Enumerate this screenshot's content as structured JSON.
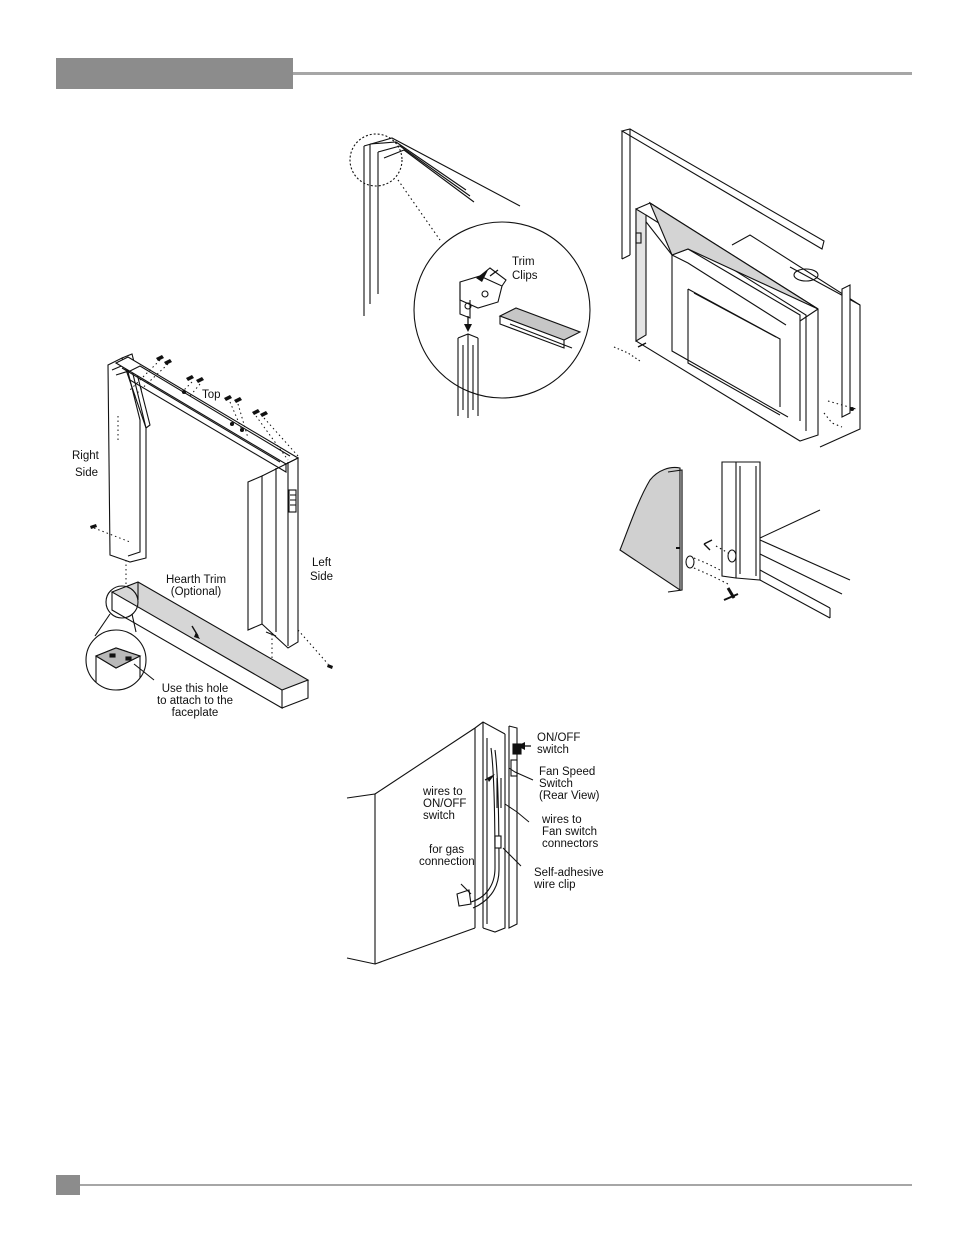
{
  "figure_frame": {
    "label_top": "Top",
    "label_right": "Right",
    "label_right2": "Side",
    "label_left": "Left",
    "label_left2": "Side",
    "label_hearth": "Hearth Trim",
    "label_hearth2": "(Optional)",
    "label_hole1": "Use this hole",
    "label_hole2": "to attach to the",
    "label_hole3": "faceplate"
  },
  "figure_clips": {
    "label_trim1": "Trim",
    "label_trim2": "Clips"
  },
  "figure_wiring": {
    "label_onoff1": "ON/OFF",
    "label_onoff2": "switch",
    "label_fan1": "Fan Speed",
    "label_fan2": "Switch",
    "label_fan3": "(Rear View)",
    "label_wires_on1": "wires to",
    "label_wires_on2": "ON/OFF",
    "label_wires_on3": "switch",
    "label_wires_fan1": "wires to",
    "label_wires_fan2": "Fan switch",
    "label_wires_fan3": "connectors",
    "label_gas1": "for gas",
    "label_gas2": "connection",
    "label_clip1": "Self-adhesive",
    "label_clip2": "wire clip"
  }
}
